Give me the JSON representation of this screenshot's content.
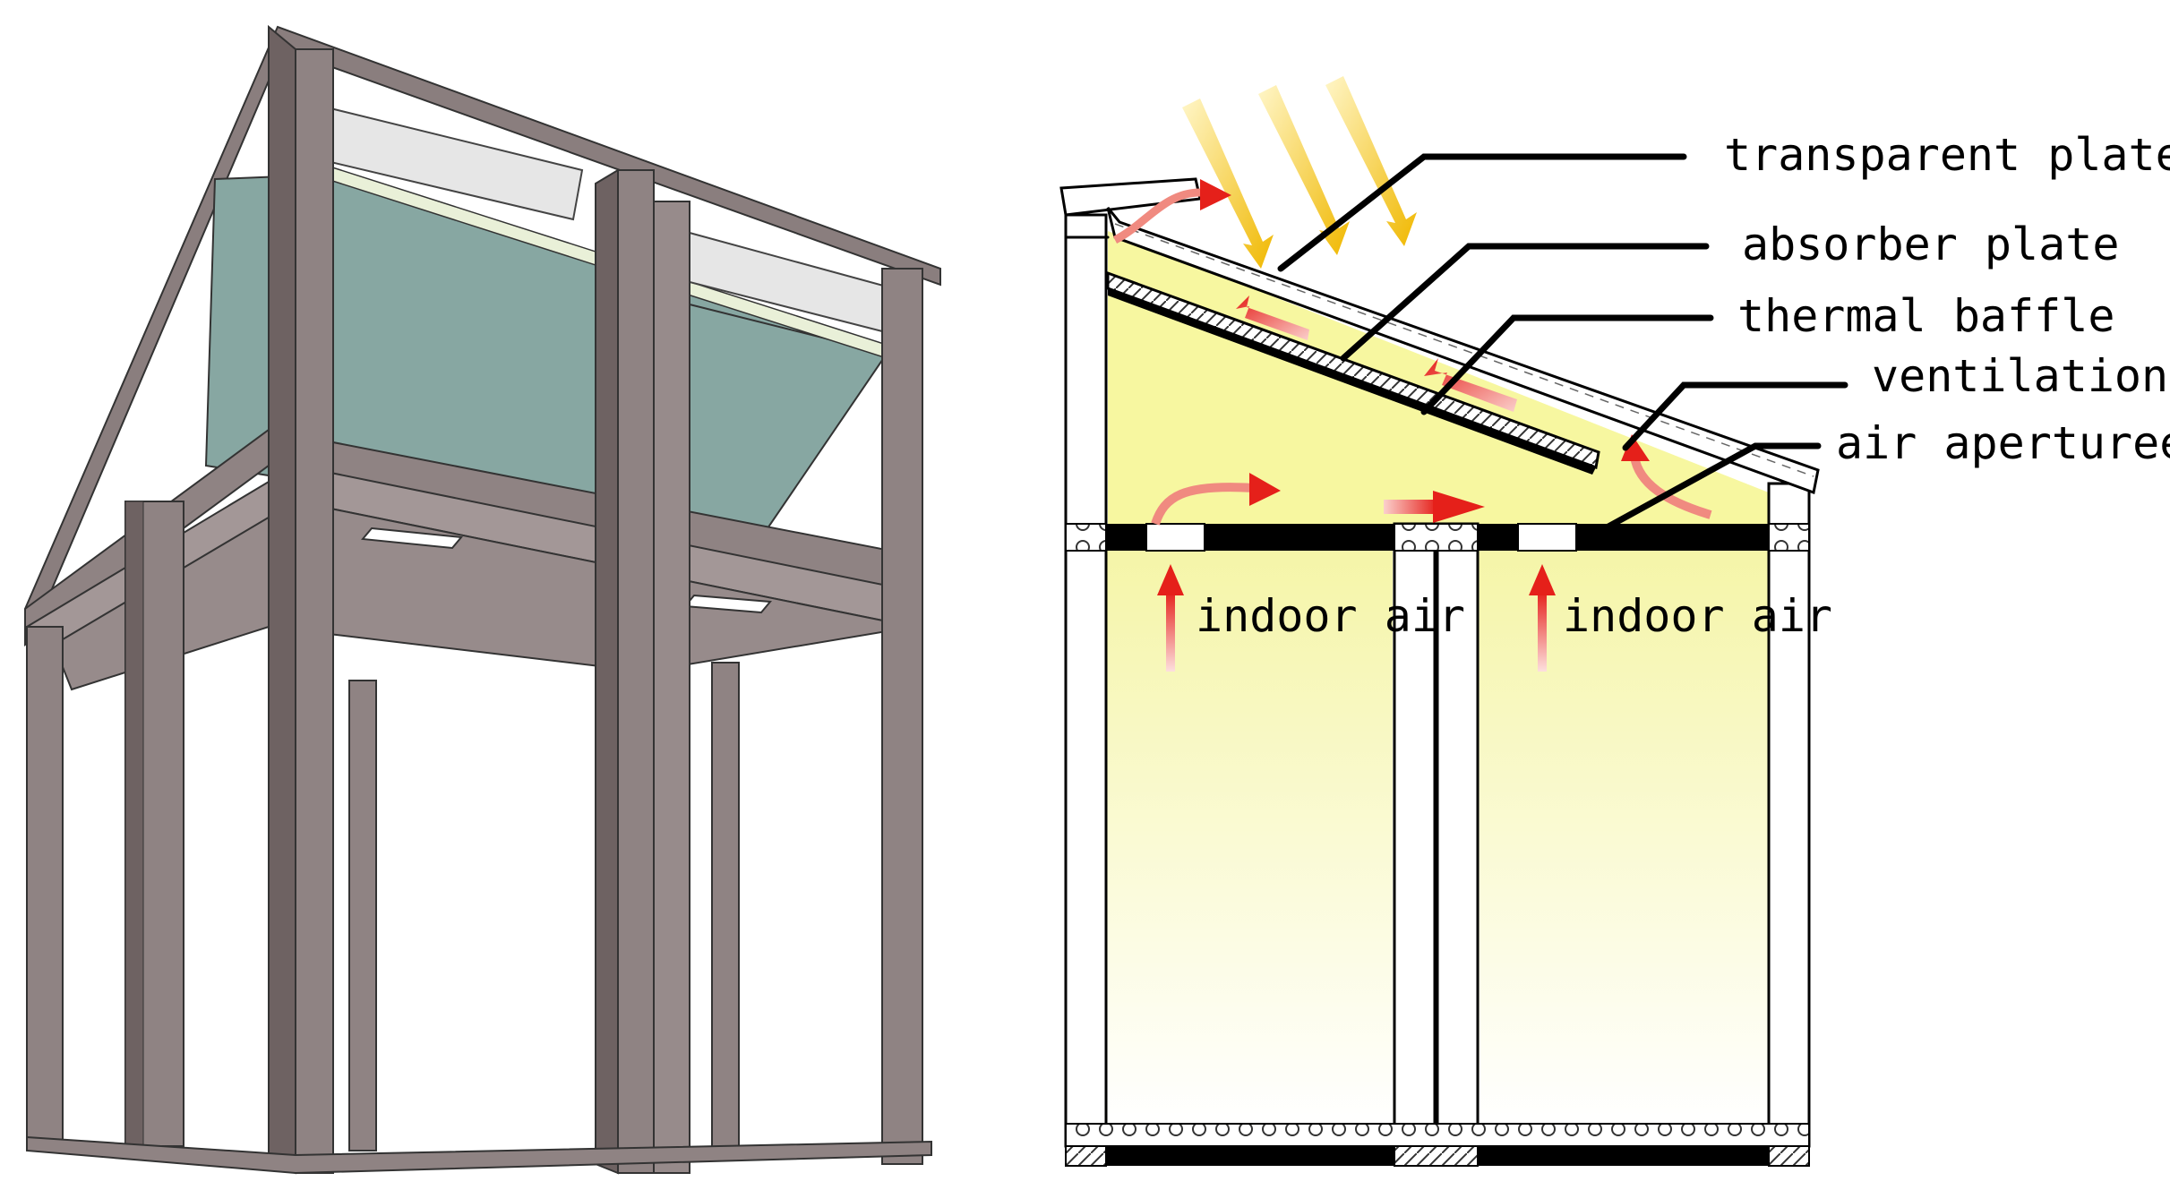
{
  "labels": {
    "transparent_plate": "transparent plate",
    "absorber_plate": "absorber plate",
    "thermal_baffle": "thermal baffle",
    "ventilation": "ventilation",
    "air_aperture": "air aperturee",
    "indoor_air_left": "indoor air",
    "indoor_air_right": "indoor air"
  },
  "colors": {
    "frame": "#8f8383",
    "frame_dark": "#6e6262",
    "frame_light": "#a89c9c",
    "glass": "#87a7a2",
    "yellow_fill": "#f7f7a0",
    "sun_ray": "#f2c230",
    "air_arrow": "#e8302a"
  }
}
